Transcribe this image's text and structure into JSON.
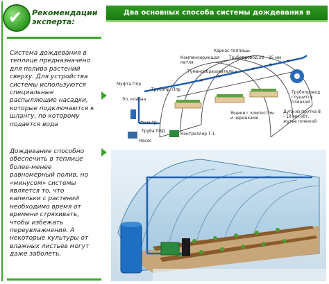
{
  "sidebar": {
    "title": "Рекомендации эксперта:",
    "badge_icon": "checkmark-icon",
    "paragraph1": "Система дождевания в теплице предназначено для полива растений сверху. Для устройства системы используются специальные распыляющие насадки, которые подключаются к шлангу, по которому подается вода",
    "paragraph2": "Дождевание способно обеспечить в теплице более-менее равномерный полив, но «минусом» системы является то, что капельки с растений необходимо время от времени стряхивать, чтобы избежать переувлажнения. А некоторые культуры от влажных листьев могут даже заболеть."
  },
  "header": {
    "title": "Два основных способа системы дождевания в теплице"
  },
  "diagram": {
    "labels": {
      "frame": "Каркас теплицы",
      "comp_loop": "Компенсирующая петля",
      "pipe": "Трубопровод 22 - 25 мм",
      "foggers": "Туманообразователи",
      "coupling": "Муфта Ппр",
      "pipe_ppr": "Трубопр. Ппр",
      "el_valve": "Эл. клапан",
      "filter": "Фильтр",
      "pvd_pipe": "Труба ПВД",
      "controller": "Контроллер Т-1",
      "pump": "Насос",
      "boxes": "Ящики с компостом и черенками",
      "pipe_end": "Трубопровод глушится пленкой",
      "arcs": "Дуги из прутка 8 - 10 мм обт. жутье пленкой"
    }
  },
  "colors": {
    "header": "#1f8a14",
    "accent_green": "#3aa72a",
    "pipe_blue": "#1f5fb0"
  }
}
